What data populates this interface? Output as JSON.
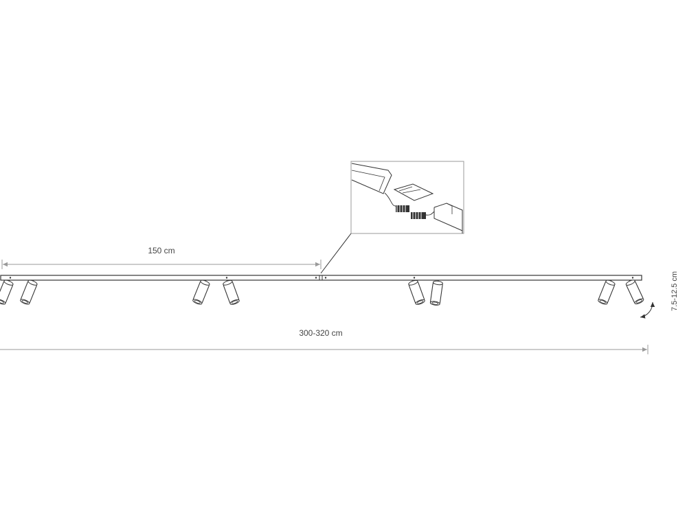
{
  "dimensions": {
    "half_length": "150 cm",
    "total_length": "300-320 cm",
    "height": "7.5-12.5 cm"
  },
  "colors": {
    "line": "#333333",
    "dimension": "#9a9a9a",
    "text": "#444444"
  },
  "icons": {
    "rotation": "curved-double-arrow",
    "spotlight": "cylinder-spotlight"
  }
}
